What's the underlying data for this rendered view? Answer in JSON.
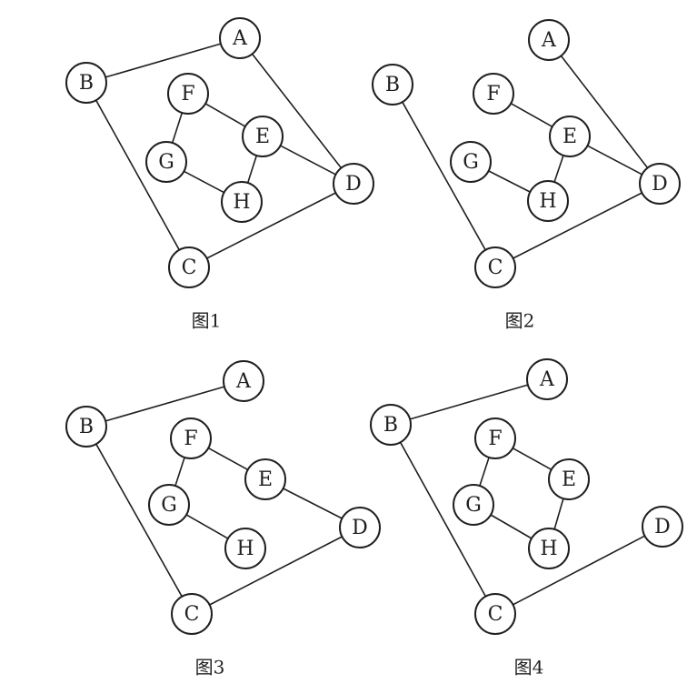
{
  "graphs": [
    {
      "id": "fig1",
      "caption": "图1",
      "nodes": [
        "A",
        "B",
        "C",
        "D",
        "E",
        "F",
        "G",
        "H"
      ],
      "edges": [
        [
          "A",
          "B"
        ],
        [
          "A",
          "D"
        ],
        [
          "B",
          "C"
        ],
        [
          "C",
          "D"
        ],
        [
          "E",
          "D"
        ],
        [
          "F",
          "E"
        ],
        [
          "F",
          "G"
        ],
        [
          "G",
          "H"
        ],
        [
          "H",
          "E"
        ]
      ]
    },
    {
      "id": "fig2",
      "caption": "图2",
      "nodes": [
        "A",
        "B",
        "C",
        "D",
        "E",
        "F",
        "G",
        "H"
      ],
      "edges": [
        [
          "A",
          "D"
        ],
        [
          "B",
          "C"
        ],
        [
          "C",
          "D"
        ],
        [
          "E",
          "D"
        ],
        [
          "F",
          "E"
        ],
        [
          "G",
          "H"
        ],
        [
          "H",
          "E"
        ]
      ]
    },
    {
      "id": "fig3",
      "caption": "图3",
      "nodes": [
        "A",
        "B",
        "C",
        "D",
        "E",
        "F",
        "G",
        "H"
      ],
      "edges": [
        [
          "B",
          "A"
        ],
        [
          "B",
          "C"
        ],
        [
          "C",
          "D"
        ],
        [
          "E",
          "D"
        ],
        [
          "F",
          "E"
        ],
        [
          "F",
          "G"
        ],
        [
          "G",
          "H"
        ]
      ]
    },
    {
      "id": "fig4",
      "caption": "图4",
      "nodes": [
        "A",
        "B",
        "C",
        "D",
        "E",
        "F",
        "G",
        "H"
      ],
      "edges": [
        [
          "B",
          "A"
        ],
        [
          "B",
          "C"
        ],
        [
          "C",
          "D"
        ],
        [
          "F",
          "E"
        ],
        [
          "F",
          "G"
        ],
        [
          "G",
          "H"
        ],
        [
          "H",
          "E"
        ]
      ]
    }
  ]
}
